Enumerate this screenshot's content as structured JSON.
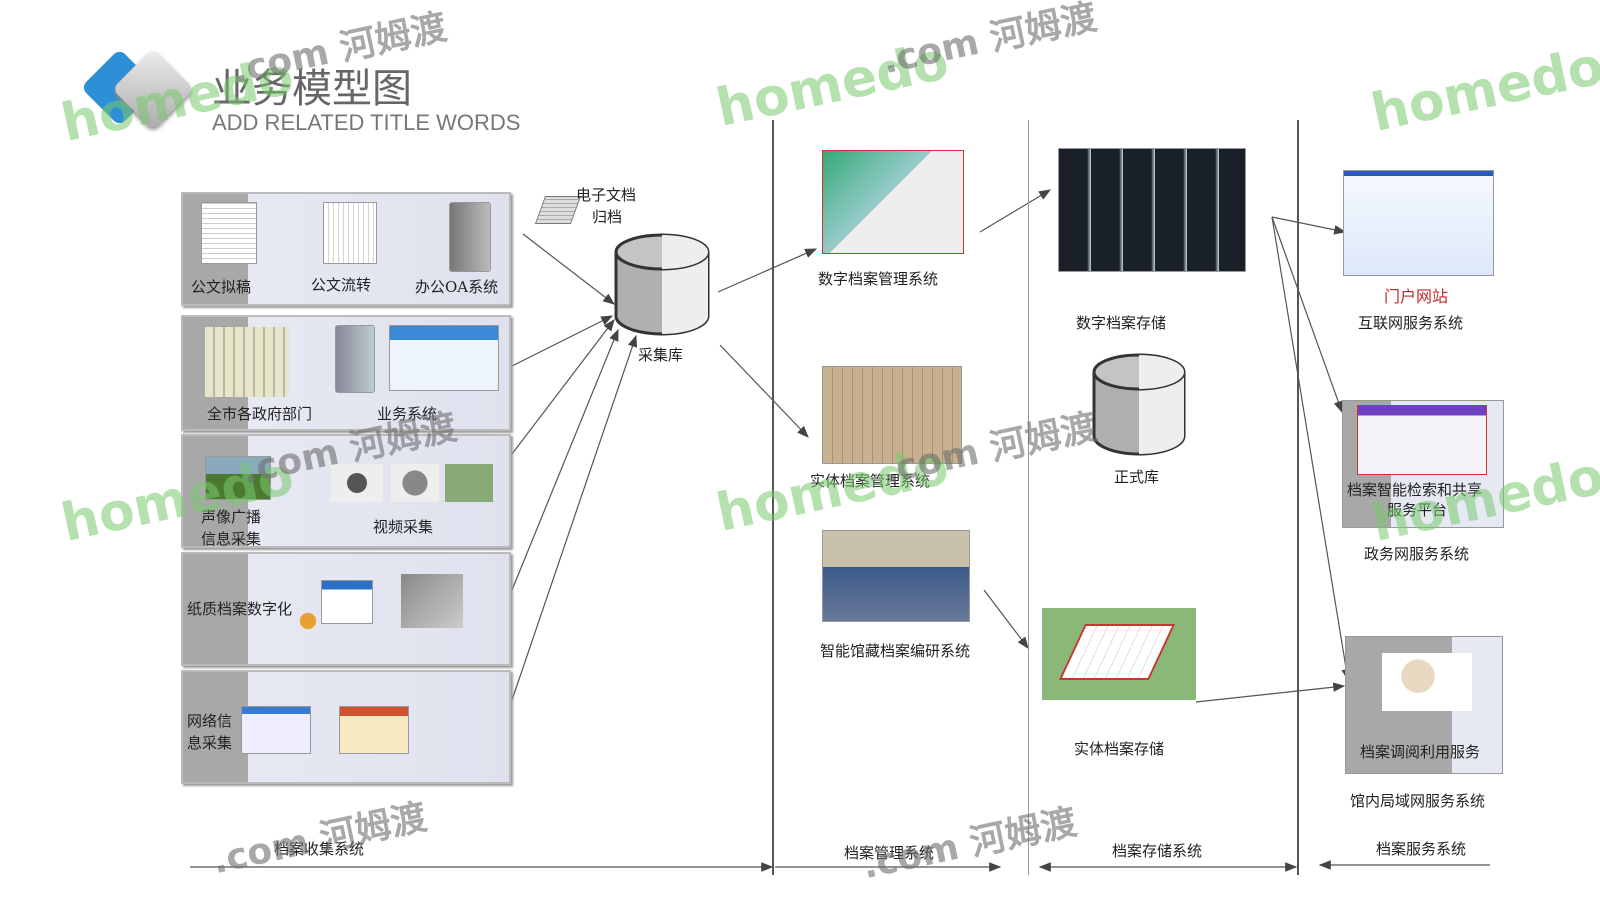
{
  "header": {
    "title": "业务模型图",
    "subtitle": "ADD RELATED TITLE WORDS"
  },
  "collection": {
    "row1": [
      "公文拟稿",
      "公文流转",
      "办公OA系统"
    ],
    "row2": [
      "全市各政府部门",
      "业务系统"
    ],
    "row3": [
      "声像广播",
      "信息采集",
      "视频采集"
    ],
    "row4": "纸质档案数字化",
    "row5": [
      "网络信",
      "息采集"
    ],
    "edoc": [
      "电子文档",
      "归档"
    ],
    "db": "采集库"
  },
  "management": [
    "数字档案管理系统",
    "实体档案管理系统",
    "智能馆藏档案编研系统"
  ],
  "storage": {
    "digital": "数字档案存储",
    "db": "正式库",
    "physical": "实体档案存储"
  },
  "service": {
    "portal": "门户网站",
    "internet": "互联网服务系统",
    "platform": [
      "档案智能检索和共享",
      "服务平台"
    ],
    "gov": "政务网服务系统",
    "lookup": "档案调阅利用服务",
    "lan": "馆内局域网服务系统"
  },
  "sections": [
    "档案收集系统",
    "档案管理系统",
    "档案存储系统",
    "档案服务系统"
  ],
  "watermark": {
    "text1": "homedo",
    "text2": ".com 河姆渡"
  },
  "colors": {
    "red": "#c0282d",
    "panel": "#dfe2ee"
  }
}
